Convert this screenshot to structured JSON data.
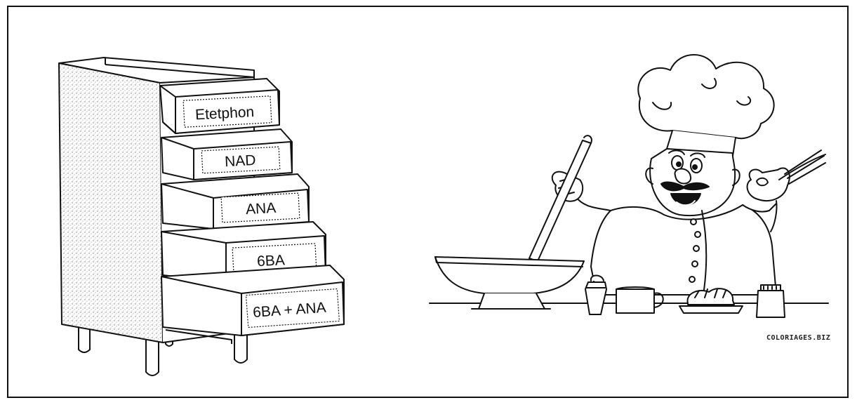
{
  "drawer_labels": [
    "Etetphon",
    "NAD",
    "ANA",
    "6BA",
    "6BA + ANA"
  ],
  "watermark": "COLORIAGES.BIZ",
  "colors": {
    "line": "#111111",
    "background": "#ffffff",
    "border": "#111111"
  },
  "illustrations": [
    "drawer-cabinet",
    "chef-cooking"
  ]
}
